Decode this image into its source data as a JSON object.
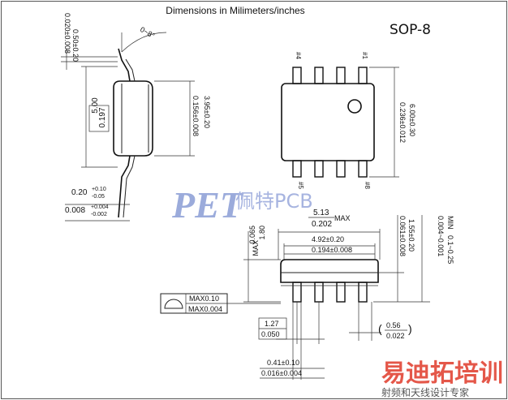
{
  "title": "Dimensions in Milimeters/inches",
  "package": "SOP-8",
  "side_view": {
    "angle": "0~8°",
    "lead_thk_mm": "0.50±0.20",
    "lead_thk_in": "0.020±0.008",
    "body_w_mm": "5.00",
    "body_w_in": "0.197",
    "body_w2_mm": "3.95±0.20",
    "body_w2_in": "0.156±0.008",
    "lead_w_mm_main": "0.20",
    "lead_w_mm_tol_plus": "+0.10",
    "lead_w_mm_tol_minus": "-0.05",
    "lead_w_in_main": "0.008",
    "lead_w_in_tol_plus": "+0.004",
    "lead_w_in_tol_minus": "-0.002"
  },
  "top_view": {
    "pin4": "#4",
    "pin1": "#1",
    "pin5": "#5",
    "pin8": "#8",
    "span_mm": "6.00±0.30",
    "span_in": "0.236±0.012"
  },
  "front_view": {
    "len_max_mm": "5.13",
    "len_max_in": "0.202",
    "max_label": "MAX",
    "body_len_mm": "4.92±0.20",
    "body_len_in": "0.194±0.008",
    "height_mm": "1.80",
    "height_in": "0.065",
    "height_max": "MAX",
    "h2_mm": "1.55±0.20",
    "h2_in": "0.061±0.008",
    "standoff_min": "MIN",
    "standoff_mm": "0.1~0.25",
    "standoff_in": "0.004~0.001",
    "flat_mm": "MAX0.10",
    "flat_in": "MAX0.004",
    "pitch_mm": "1.27",
    "pitch_in": "0.050",
    "pad_mm": "0.56",
    "pad_in": "0.022",
    "lead_mm": "0.41±0.10",
    "lead_in": "0.016±0.004"
  },
  "watermark": {
    "brand_latin": "PET",
    "brand_cn": "佩特PCB",
    "site_cn": "易迪拓培训",
    "site_sub": "射频和天线设计专家"
  },
  "colors": {
    "line": "#222222",
    "watermark_blue": "#7a8fd0",
    "watermark_red": "#e03a2a"
  }
}
